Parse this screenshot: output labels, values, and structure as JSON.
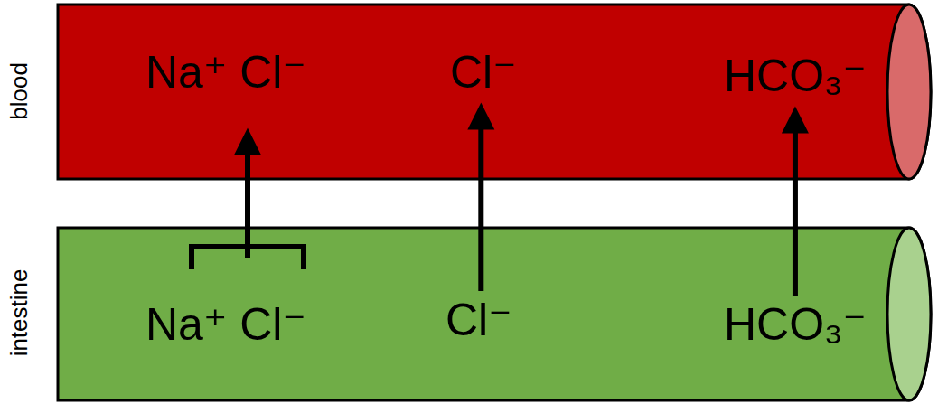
{
  "diagram": {
    "nodes": [
      {
        "text": [
          "blood"
        ]
      },
      {
        "text": [
          "Na⁺ Cl⁻"
        ],
        "in": 0
      },
      {
        "text": [
          "Cl⁻"
        ],
        "in": 0
      },
      {
        "text": [
          "HCO₃⁻"
        ],
        "in": 0
      },
      {
        "text": [
          "intestine"
        ]
      },
      {
        "text": [
          "Na⁺ Cl⁻"
        ],
        "in": 4
      },
      {
        "text": [
          "Cl⁻"
        ],
        "in": 4
      },
      {
        "text": [
          "HCO₃⁻"
        ],
        "in": 4
      }
    ],
    "edges": [
      {
        "from": 5,
        "to": 1,
        "arrow": "to"
      },
      {
        "from": 6,
        "to": 2,
        "arrow": "to"
      },
      {
        "from": 7,
        "to": 3,
        "arrow": "to"
      }
    ]
  }
}
